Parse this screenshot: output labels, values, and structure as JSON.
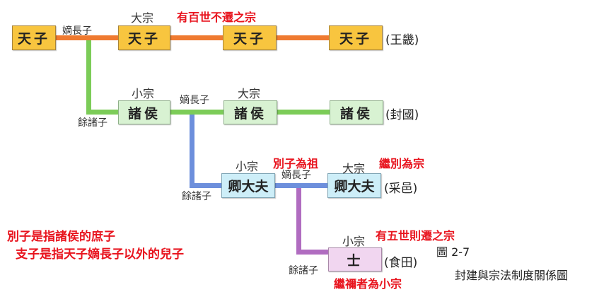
{
  "row1": {
    "boxes": [
      "天子",
      "天子",
      "天子",
      "天子"
    ],
    "eldest": "嫡長子",
    "major": "大宗",
    "note": "有百世不遷之宗",
    "territory": "(王畿)"
  },
  "row2": {
    "boxes": [
      "諸侯",
      "諸侯",
      "諸侯"
    ],
    "others": "餘諸子",
    "minor": "小宗",
    "eldest": "嫡長子",
    "major": "大宗",
    "territory": "(封國)"
  },
  "row3": {
    "boxes": [
      "卿大夫",
      "卿大夫"
    ],
    "others": "餘諸子",
    "minor": "小宗",
    "note_left": "別子為祖",
    "eldest": "嫡長子",
    "major": "大宗",
    "note_right": "繼別為宗",
    "territory": "(采邑)"
  },
  "row4": {
    "box": "士",
    "others": "餘諸子",
    "minor": "小宗",
    "note_top": "有五世則遷之宗",
    "note_bottom": "繼禰者為小宗",
    "territory": "(食田)"
  },
  "notes": [
    "別子是指諸侯的庶子",
    "支子是指天子嫡長子以外的兒子"
  ],
  "figure": {
    "number": "圖 2-7",
    "caption": "封建與宗法制度關係圖"
  },
  "colors": {
    "tianzi": "#f8c53f",
    "zhuhou": "#d8f2d2",
    "qingdafu": "#cdeef8",
    "shi": "#f1d6f0",
    "red": "#e8141e"
  }
}
